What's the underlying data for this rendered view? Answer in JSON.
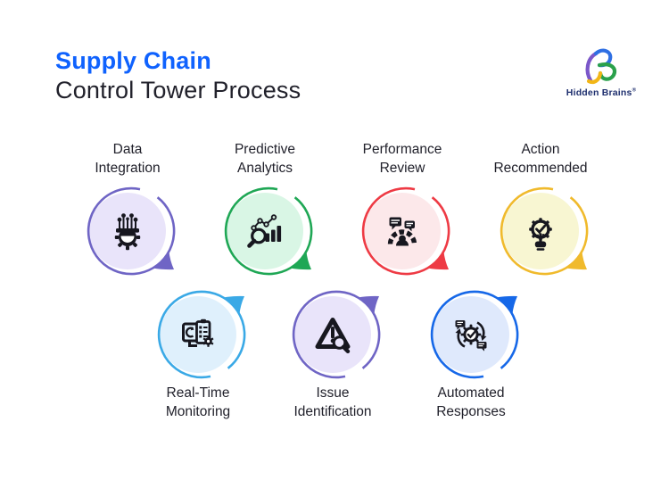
{
  "header": {
    "title_line1": "Supply Chain",
    "title_line2": "Control Tower Process",
    "title_accent_color": "#0f62fe"
  },
  "logo": {
    "name": "Hidden Brains",
    "registered": "®"
  },
  "steps": [
    {
      "id": "data-integration",
      "label_line1": "Data",
      "label_line2": "Integration",
      "row": "top",
      "bg": "#e9e4fa",
      "accent": "#6f65c5",
      "icon": "gear-with-connector-pins"
    },
    {
      "id": "predictive-analytics",
      "label_line1": "Predictive",
      "label_line2": "Analytics",
      "row": "top",
      "bg": "#d9f6e5",
      "accent": "#1fa755",
      "icon": "magnifier-bar-chart"
    },
    {
      "id": "performance-review",
      "label_line1": "Performance",
      "label_line2": "Review",
      "row": "top",
      "bg": "#fce8ea",
      "accent": "#ee3a44",
      "icon": "person-gauge-speech-bubbles"
    },
    {
      "id": "action-recommended",
      "label_line1": "Action",
      "label_line2": "Recommended",
      "row": "top",
      "bg": "#f8f6d2",
      "accent": "#f0ba2c",
      "icon": "hand-gear-checkmark"
    },
    {
      "id": "real-time-monitoring",
      "label_line1": "Real-Time",
      "label_line2": "Monitoring",
      "row": "bottom",
      "bg": "#dff0fc",
      "accent": "#3aa9e6",
      "icon": "monitor-checklist-gear"
    },
    {
      "id": "issue-identification",
      "label_line1": "Issue",
      "label_line2": "Identification",
      "row": "bottom",
      "bg": "#e9e4fa",
      "accent": "#6f65c5",
      "icon": "warning-triangle-magnifier"
    },
    {
      "id": "automated-responses",
      "label_line1": "Automated",
      "label_line2": "Responses",
      "row": "bottom",
      "bg": "#dfe9fc",
      "accent": "#1668e8",
      "icon": "gear-sync-speech-bubbles"
    }
  ]
}
